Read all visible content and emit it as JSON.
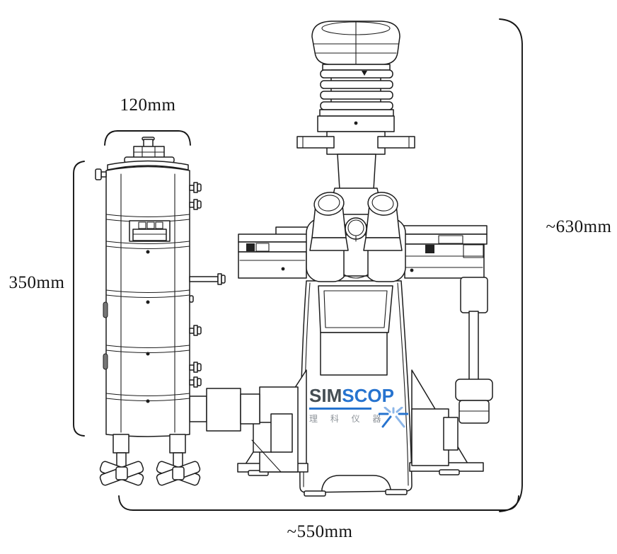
{
  "drawing": {
    "subject": "inverted-microscope-dimensional-drawing"
  },
  "dimensions": {
    "tower_width": "120mm",
    "tower_height": "350mm",
    "overall_height": "~630mm",
    "overall_width": "~550mm"
  },
  "logo": {
    "part1": "SIM",
    "part2": "SCOP",
    "chinese": "理 科 仪 器",
    "star_icon": "sparkle-rays"
  },
  "colors": {
    "line": "#1c1c1c",
    "logo_dark": "#454e54",
    "logo_blue": "#2673cf",
    "logo_light_blue": "#8cb6e8",
    "logo_gray": "#8d9399",
    "background": "#ffffff"
  }
}
